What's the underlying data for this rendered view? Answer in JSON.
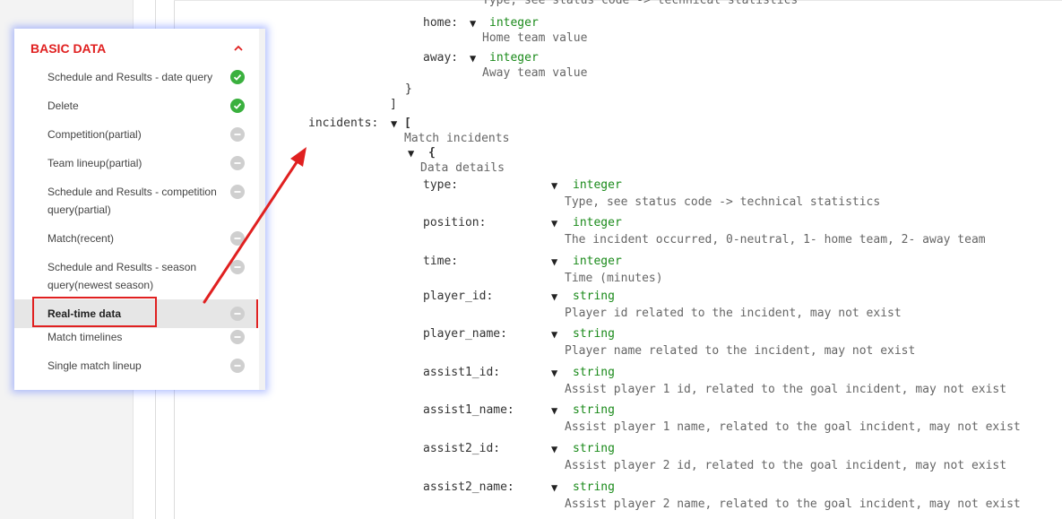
{
  "nav": {
    "header": "BASIC DATA",
    "items": [
      {
        "label_lines": [
          "Schedule and Results - date query"
        ],
        "status": "done"
      },
      {
        "label_lines": [
          "Delete"
        ],
        "status": "done"
      },
      {
        "label_lines": [
          "Competition(partial)"
        ],
        "status": "pending"
      },
      {
        "label_lines": [
          "Team lineup(partial)"
        ],
        "status": "pending"
      },
      {
        "label_lines": [
          "Schedule and Results - competition",
          "query(partial)"
        ],
        "status": "pending"
      },
      {
        "label_lines": [
          "Match(recent)"
        ],
        "status": "pending"
      },
      {
        "label_lines": [
          "Schedule and Results - season",
          "query(newest season)"
        ],
        "status": "pending"
      },
      {
        "label_lines": [
          "Real-time data"
        ],
        "status": "pending",
        "active": true
      },
      {
        "label_lines": [
          "Match timelines"
        ],
        "status": "pending"
      },
      {
        "label_lines": [
          "Single match lineup"
        ],
        "status": "pending"
      }
    ]
  },
  "doc": {
    "top_cut_text": "Type, see status code -> technical statistics",
    "home": {
      "key": "home:",
      "type": "integer",
      "desc": "Home team value"
    },
    "away": {
      "key": "away:",
      "type": "integer",
      "desc": "Away team value"
    },
    "close_brace": "}",
    "close_bracket": "]",
    "incidents": {
      "key": "incidents:",
      "open": "[",
      "desc": "Match incidents",
      "item_open": "{",
      "item_desc": "Data details"
    },
    "fields": [
      {
        "key": "type:",
        "type": "integer",
        "desc": "Type, see status code -> technical statistics"
      },
      {
        "key": "position:",
        "type": "integer",
        "desc": "The incident occurred, 0-neutral, 1- home team, 2- away team"
      },
      {
        "key": "time:",
        "type": "integer",
        "desc": "Time (minutes)"
      },
      {
        "key": "player_id:",
        "type": "string",
        "desc": "Player id related to the incident, may not exist"
      },
      {
        "key": "player_name:",
        "type": "string",
        "desc": "Player name related to the incident, may not exist"
      },
      {
        "key": "assist1_id:",
        "type": "string",
        "desc": "Assist player 1 id, related to the goal incident, may not exist"
      },
      {
        "key": "assist1_name:",
        "type": "string",
        "desc": "Assist player 1 name, related to the goal incident, may not exist"
      },
      {
        "key": "assist2_id:",
        "type": "string",
        "desc": "Assist player 2 id, related to the goal incident, may not exist"
      },
      {
        "key": "assist2_name:",
        "type": "string",
        "desc": "Assist player 2 name, related to the goal incident, may not exist"
      }
    ]
  },
  "colors": {
    "accent": "#e02020",
    "type_green": "#1a8a1a",
    "done": "#3ab03e",
    "pending": "#cfcfcf"
  },
  "icons": {
    "expand": "triangle-down-icon",
    "collapse": "chevron-up-icon",
    "done": "check-circle-icon",
    "pending": "minus-circle-icon"
  }
}
